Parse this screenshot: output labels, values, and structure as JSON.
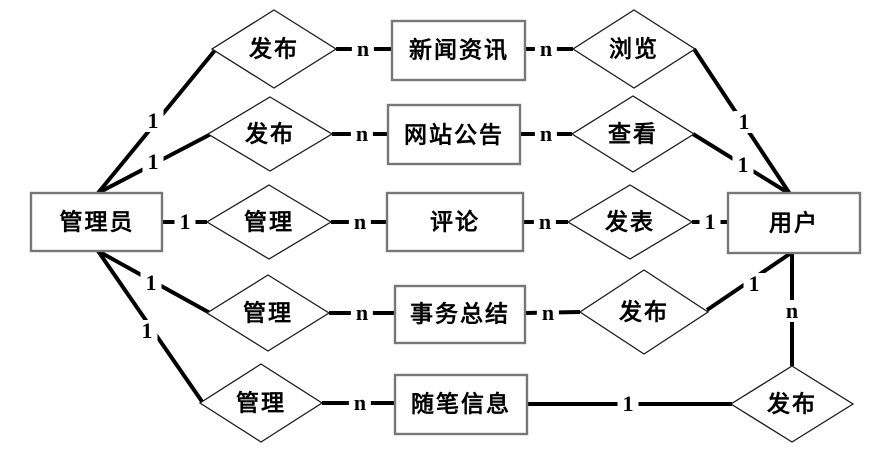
{
  "entities": {
    "admin": "管理员",
    "news": "新闻资讯",
    "announcement": "网站公告",
    "comment": "评论",
    "summary": "事务总结",
    "essay": "随笔信息",
    "user": "用户"
  },
  "relationships": {
    "publish_news": "发布",
    "publish_announcement": "发布",
    "manage_comment": "管理",
    "manage_summary": "管理",
    "manage_essay": "管理",
    "browse": "浏览",
    "view": "查看",
    "post": "发表",
    "publish_summary": "发布",
    "publish_essay": "发布"
  },
  "cardinality": {
    "one": "1",
    "many": "n"
  }
}
